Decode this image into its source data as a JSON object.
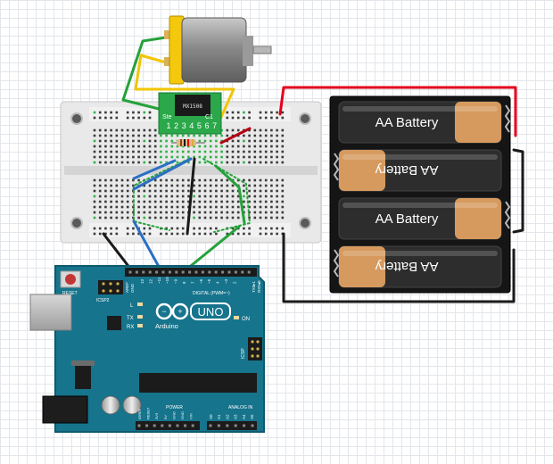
{
  "title": "",
  "motor": {
    "label": ""
  },
  "driver_module": {
    "chip_label": "MX1508",
    "side_label": "Ste",
    "side_label_right": "C1",
    "pin_numbers": [
      "1",
      "2",
      "3",
      "4",
      "5",
      "6",
      "7"
    ]
  },
  "batteries": [
    {
      "label": "AA Battery",
      "flipped": false
    },
    {
      "label": "AA Battery",
      "flipped": true
    },
    {
      "label": "AA Battery",
      "flipped": false
    },
    {
      "label": "AA Battery",
      "flipped": true
    }
  ],
  "arduino": {
    "logo_text": "UNO",
    "brand": "Arduino",
    "reset_label": "RESET",
    "icsp2_label": "ICSP2",
    "icsp_label": "ICSP",
    "digital_label": "DIGITAL (PWM=~)",
    "on_label": "ON",
    "tx_label": "TX",
    "rx_label": "RX",
    "l_label": "L",
    "power_label": "POWER",
    "analog_label": "ANALOG IN",
    "tx1_label": "TX0▸1",
    "rx0_label": "RX0◂0",
    "aref_label": "AREF",
    "gnd_label": "GND",
    "digital_pins": [
      "13",
      "12",
      "~11",
      "~10",
      "~9",
      "8",
      "7",
      "~6",
      "~5",
      "4",
      "~3",
      "2"
    ],
    "power_pins": [
      "IOREF",
      "RESET",
      "3V3",
      "5V",
      "GND",
      "GND",
      "VIN"
    ],
    "analog_pins": [
      "A0",
      "A1",
      "A2",
      "A3",
      "A4",
      "A5"
    ]
  },
  "colors": {
    "board": "#16748c",
    "board_edge": "#0f5a6e",
    "breadboard": "#e8e8e8",
    "wire_red": "#e3001b",
    "wire_black": "#1a1a1a",
    "wire_green": "#25a23a",
    "wire_blue": "#2b6fc4",
    "wire_yellow": "#f2c500",
    "battery_copper": "#d69a5f",
    "battery_body": "#2d2d2d",
    "module_green": "#2aa84a"
  }
}
